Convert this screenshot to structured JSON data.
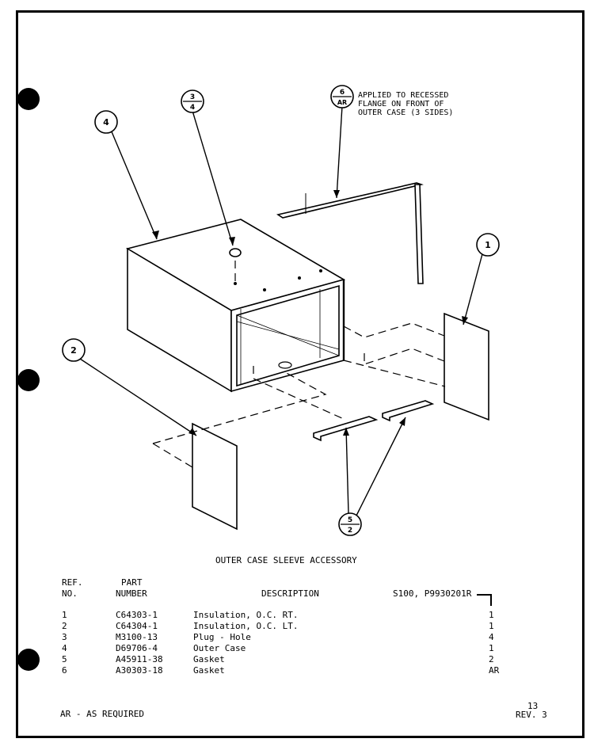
{
  "diagram": {
    "callouts": [
      {
        "id": "callout-1",
        "top": "1",
        "bottom": ""
      },
      {
        "id": "callout-2",
        "top": "2",
        "bottom": ""
      },
      {
        "id": "callout-3",
        "top": "3",
        "bottom": "4"
      },
      {
        "id": "callout-4",
        "top": "4",
        "bottom": ""
      },
      {
        "id": "callout-5",
        "top": "5",
        "bottom": "2"
      },
      {
        "id": "callout-6",
        "top": "6",
        "bottom": "AR"
      }
    ],
    "note_lines": [
      "APPLIED TO RECESSED",
      "FLANGE ON FRONT OF",
      "OUTER CASE (3 SIDES)"
    ]
  },
  "title": "OUTER CASE SLEEVE ACCESSORY",
  "table": {
    "headers": {
      "ref_line1": "REF.",
      "ref_line2": "NO.",
      "part_line1": "PART",
      "part_line2": "NUMBER",
      "description": "DESCRIPTION",
      "model": "S100, P9930201R"
    },
    "rows": [
      {
        "ref": "1",
        "part": "C64303-1",
        "description": "Insulation, O.C. RT.",
        "qty": "1"
      },
      {
        "ref": "2",
        "part": "C64304-1",
        "description": "Insulation, O.C. LT.",
        "qty": "1"
      },
      {
        "ref": "3",
        "part": "M3100-13",
        "description": "Plug - Hole",
        "qty": "4"
      },
      {
        "ref": "4",
        "part": "D69706-4",
        "description": "Outer Case",
        "qty": "1"
      },
      {
        "ref": "5",
        "part": "A45911-38",
        "description": "Gasket",
        "qty": "2"
      },
      {
        "ref": "6",
        "part": "A30303-18",
        "description": "Gasket",
        "qty": "AR"
      }
    ]
  },
  "footer": {
    "legend": "AR - AS REQUIRED",
    "page": "13",
    "revision": "REV. 3"
  }
}
